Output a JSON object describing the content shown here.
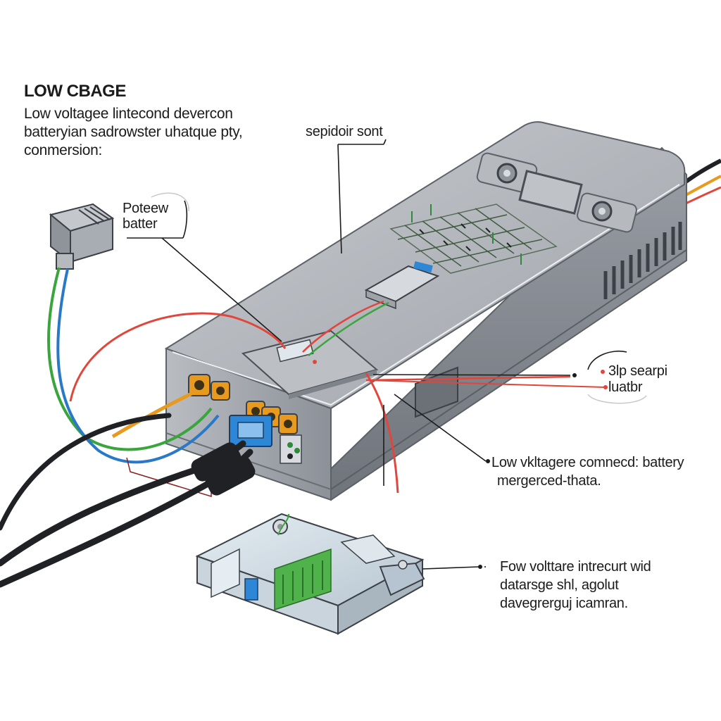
{
  "title": "LOW CBAGE",
  "intro_lines": [
    "Low voltagee lintecond devercon",
    "batteryian sadrowster uhatque pty,",
    "conmersion:"
  ],
  "labels": {
    "top_center": "sepidoir sont",
    "left_connector": [
      "Poteew",
      "batter"
    ],
    "right_upper": [
      "3lp searpi",
      "luatbr"
    ],
    "right_middle": [
      "Low vkltagere comnecd: battery",
      "mergerced-thata."
    ],
    "bottom_right": [
      "Fow volttare intrecurt wid",
      "datarsge shl, agolut",
      "davegrerguj icamran."
    ]
  },
  "colors": {
    "case": "#a9adb3",
    "case_dark": "#7e838a",
    "wire_red": "#e0463c",
    "wire_green": "#3aa53c",
    "wire_blue": "#2a78c8",
    "wire_orange": "#e89a1e",
    "cable_black": "#1f2124",
    "port_blue": "#2e86d6"
  }
}
